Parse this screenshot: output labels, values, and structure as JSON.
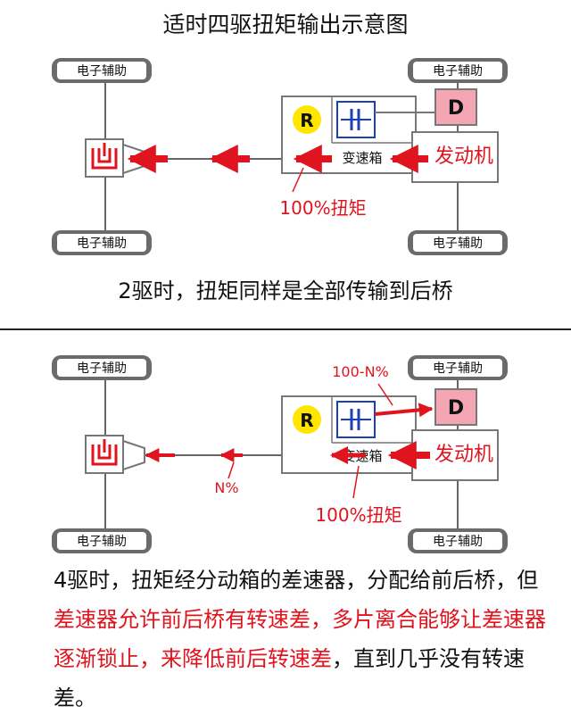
{
  "title": "适时四驱扭矩输出示意图",
  "diagram1": {
    "wheel_label": "电子辅助",
    "r_label": "R",
    "d_label": "D",
    "gearbox_label": "变速箱",
    "engine_label": "发动机",
    "torque_label": "100%扭矩"
  },
  "caption1": "2驱时，扭矩同样是全部传输到后桥",
  "diagram2": {
    "wheel_label": "电子辅助",
    "r_label": "R",
    "d_label": "D",
    "gearbox_label": "变速箱",
    "engine_label": "发动机",
    "torque_label": "100%扭矩",
    "front_label": "100-N%",
    "rear_label": "N%"
  },
  "paragraph": {
    "p1": "4驱时，扭矩经分动箱的差速器，分配给前后桥，但",
    "p2_red": "差速器允许前后桥有转速差，多片离合能够让差速器逐渐锁止，来降低前后转速差",
    "p3": "，直到几乎没有转速差。"
  },
  "colors": {
    "accent_red": "#e0141e",
    "d_box": "#f4a7b3",
    "r_circle": "#ffe600",
    "gearbox_icon": "#1f3fb7"
  }
}
